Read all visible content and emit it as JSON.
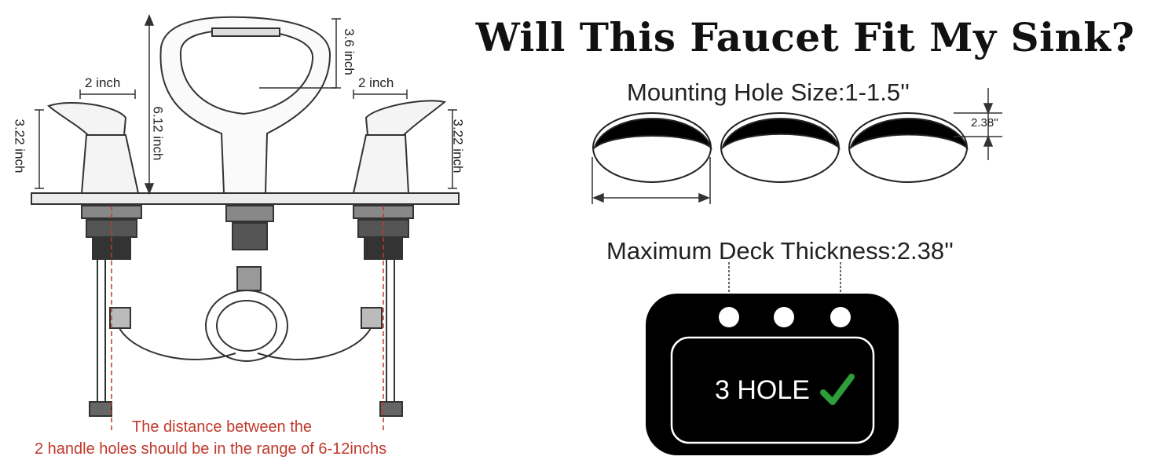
{
  "title": "Will This Faucet Fit My Sink?",
  "faucet": {
    "left_handle_width": "2 inch",
    "right_handle_width": "2 inch",
    "left_handle_height": "3.22 inch",
    "right_handle_height": "3.22 inch",
    "spout_height": "6.12 inch",
    "spout_top": "3.6 inch",
    "note_line1": "The distance between the",
    "note_line2": "2 handle holes should be in the range of 6-12inchs"
  },
  "mounting": {
    "hole_size_label": "Mounting Hole Size:1-1.5''",
    "thickness_dim": "2.38''",
    "deck_thickness_label": "Maximum Deck Thickness:2.38''"
  },
  "sink": {
    "hole_label": "3 HOLE",
    "check_color": "#2e9e3a"
  }
}
